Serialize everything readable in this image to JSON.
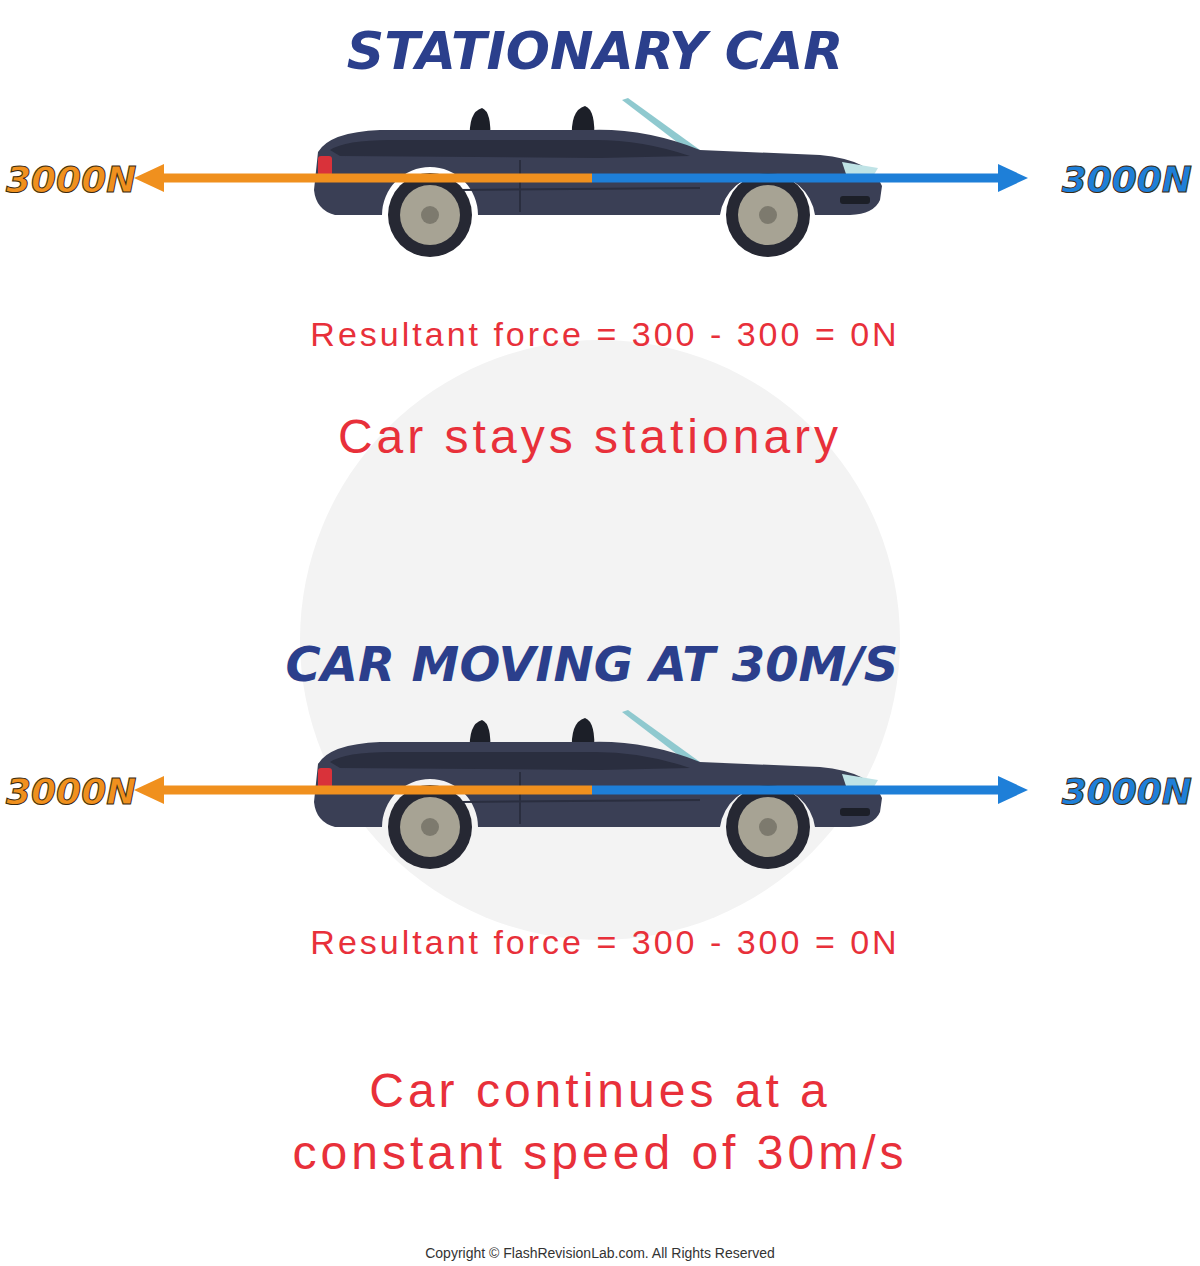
{
  "diagram": {
    "labels": [
      "STATIONARY CAR",
      "3000N",
      "3000N",
      "Resultant force = 300 - 300 = 0N",
      "Car stays stationary",
      "CAR MOVING AT 30M/S",
      "3000N",
      "3000N",
      "Resultant force = 300 - 300 = 0N",
      "Car continues at a constant speed of 30m/s",
      "Copyright © FlashRevisionLab.com. All Rights Reserved"
    ]
  }
}
